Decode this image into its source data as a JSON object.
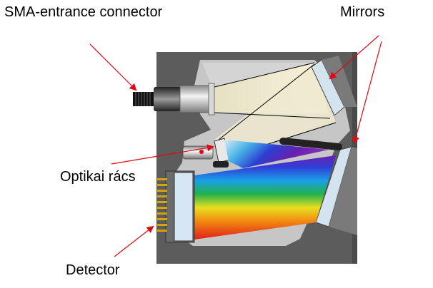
{
  "labels": {
    "sma_connector": "SMA-entrance connector",
    "mirrors": "Mirrors",
    "grating": "Optikai rács",
    "detector": "Detector"
  },
  "colors": {
    "housing": "#5a5a5a",
    "cavity": "#c0c0c0",
    "pointer": "#e30613",
    "light": "#f2eccd",
    "gold_pins": "#d9a400"
  }
}
